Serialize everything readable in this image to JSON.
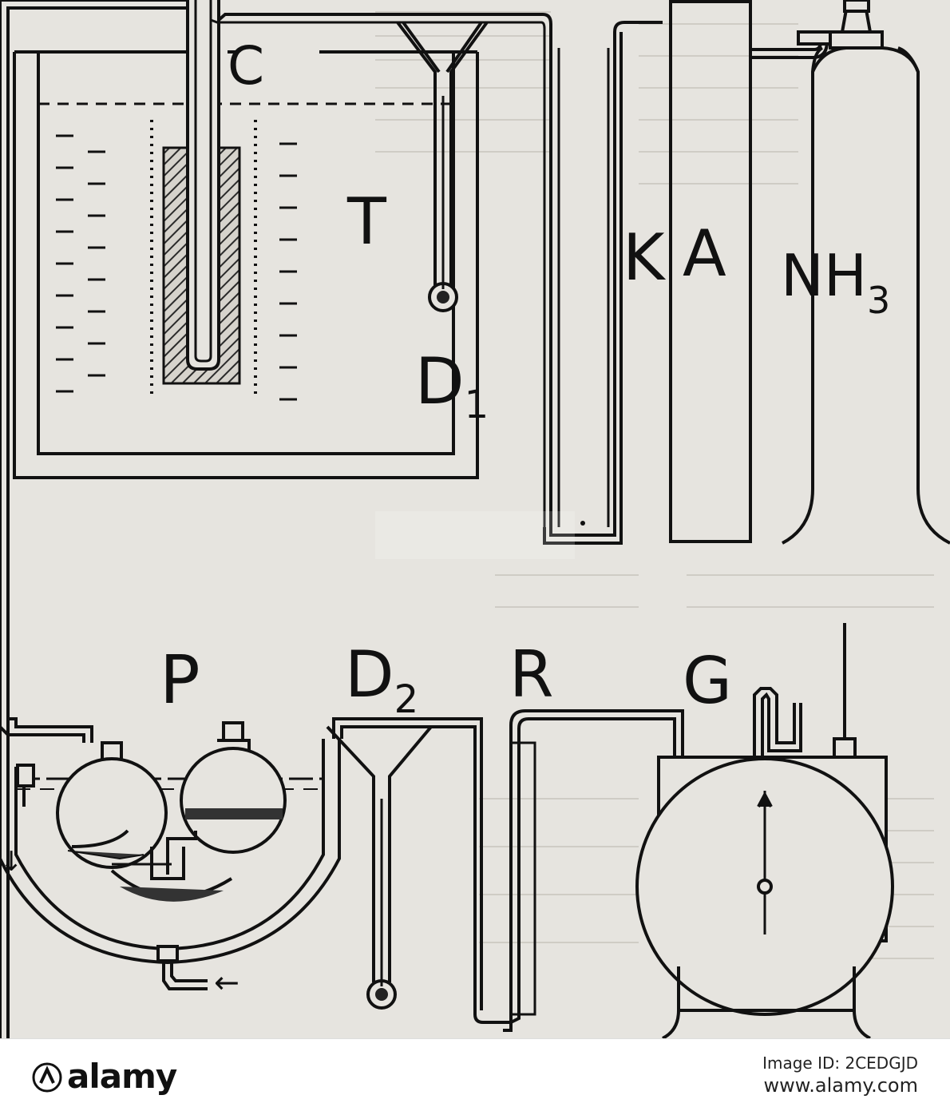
{
  "labels": {
    "C": "C",
    "T": "T",
    "K": "K",
    "A": "A",
    "NH3_base": "NH",
    "NH3_sub": "3",
    "D1_base": "D",
    "D1_sub": "1",
    "P": "P",
    "D2_base": "D",
    "D2_sub": "2",
    "R": "R",
    "G": "G",
    "arrow_down": "↓",
    "arrow_left": "←"
  },
  "footer": {
    "brand": "alamy",
    "image_id": "Image ID: 2CEDGJD",
    "site": "www.alamy.com"
  },
  "colors": {
    "ink": "#111111",
    "paper": "#e6e4df",
    "hatch": "#2a2a2a",
    "liquid": "#3a3a3a"
  }
}
